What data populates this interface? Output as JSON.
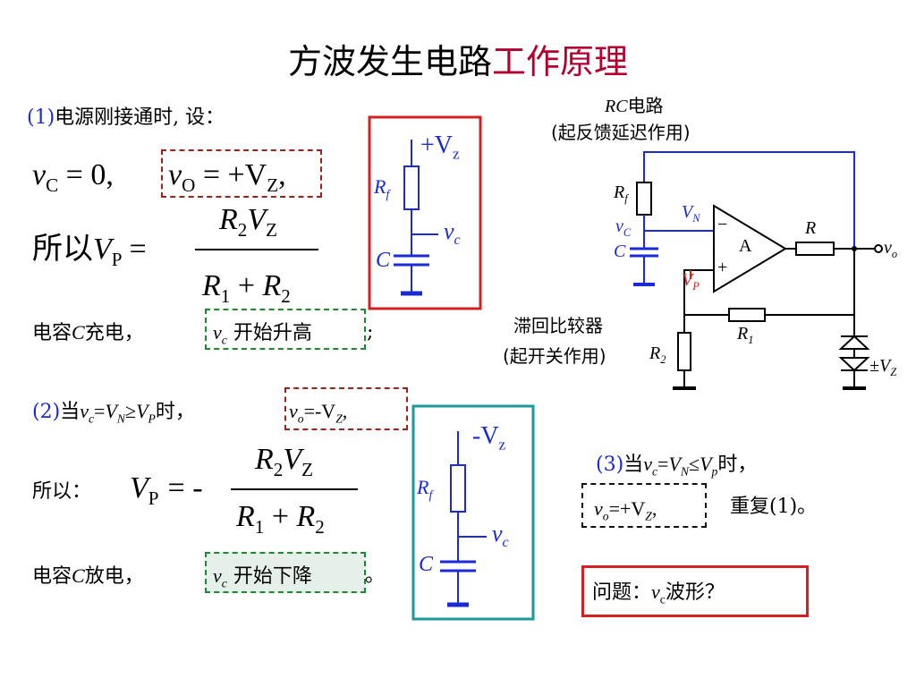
{
  "title": {
    "main": "方波发生电路",
    "accent": "工作原理"
  },
  "step1": {
    "header_num": "(1)",
    "header_text": "电源刚接通时, 设：",
    "eq1": {
      "v": "v",
      "sub": "C",
      "rhs": " = 0,"
    },
    "eq2": {
      "v": "v",
      "sub": "O",
      "rhs": " = +V",
      "sub2": "Z",
      "tail": ","
    },
    "so_label": "所以",
    "vp": "V",
    "vp_sub": "P",
    "eq": "=",
    "numerator": {
      "r": "R",
      "r_sub": "2",
      "v": "V",
      "v_sub": "Z"
    },
    "denominator": {
      "r1": "R",
      "r1_sub": "1",
      "plus": " + ",
      "r2": "R",
      "r2_sub": "2"
    },
    "charge_pre": "电容",
    "charge_c": "C",
    "charge_post": "充电，",
    "charge_box": {
      "v": "v",
      "sub": "c",
      "text": " 开始升高"
    },
    "charge_end": ";"
  },
  "step2": {
    "header_num": "(2)",
    "header_text_pre": "当",
    "cond": {
      "v1": "v",
      "s1": "c",
      "eq": "=",
      "v2": "V",
      "s2": "N",
      "ge": "≥",
      "v3": "V",
      "s3": "P"
    },
    "header_text_post": "时，",
    "box": {
      "v": "v",
      "s": "o",
      "rhs": "=-V",
      "s2": "Z",
      "tail": ","
    },
    "so_label": "所以：",
    "vp": "V",
    "vp_sub": "P",
    "eq": "= -",
    "numerator": {
      "r": "R",
      "r_sub": "2",
      "v": "V",
      "v_sub": "Z"
    },
    "denominator": {
      "r1": "R",
      "r1_sub": "1",
      "plus": " + ",
      "r2": "R",
      "r2_sub": "2"
    },
    "discharge_pre": "电容",
    "discharge_c": "C",
    "discharge_post": "放电，",
    "discharge_box": {
      "v": "v",
      "sub": "c",
      "text": " 开始下降"
    },
    "discharge_end": "。"
  },
  "step3": {
    "header_num": "(3)",
    "header_pre": "当",
    "cond": {
      "v1": "v",
      "s1": "c",
      "eq": "=",
      "v2": "V",
      "s2": "N",
      "le": "≤",
      "v3": "V",
      "s3": "p"
    },
    "header_post": "时，",
    "box": {
      "v": "v",
      "s": "o",
      "rhs": "=+V",
      "s2": "Z",
      "tail": ","
    },
    "repeat": "重复(1)。"
  },
  "question": {
    "pre": "问题：",
    "v": "v",
    "sub": "c",
    "post": "波形？"
  },
  "circuit_small1": {
    "supply": "+V",
    "supply_sub": "z",
    "rf": "R",
    "rf_sub": "f",
    "vc": "v",
    "vc_sub": "c",
    "c": "C"
  },
  "circuit_small2": {
    "supply": "-V",
    "supply_sub": "z",
    "rf": "R",
    "rf_sub": "f",
    "vc": "v",
    "vc_sub": "c",
    "c": "C"
  },
  "circuit_main": {
    "rc_label_it": "RC",
    "rc_label": "电路",
    "rc_caption": "(起反馈延迟作用)",
    "hyst_label": "滞回比较器",
    "hyst_caption": "(起开关作用)",
    "rf": "R",
    "rf_sub": "f",
    "vc": "v",
    "vc_sub": "C",
    "c": "C",
    "vn": "V",
    "vn_sub": "N",
    "vp": "V",
    "vp_sub": "P",
    "amp": "A",
    "minus": "−",
    "plus": "+",
    "r": "R",
    "r1": "R",
    "r1_sub": "1",
    "r2": "R",
    "r2_sub": "2",
    "vo": "v",
    "vo_sub": "o",
    "vz": "±V",
    "vz_sub": "Z"
  },
  "colors": {
    "title_accent": "#b4002e",
    "blue": "#1a2ad6",
    "red_box": "#d42020",
    "teal_box": "#1a9a9a",
    "green_dash": "#1a8a2a"
  }
}
